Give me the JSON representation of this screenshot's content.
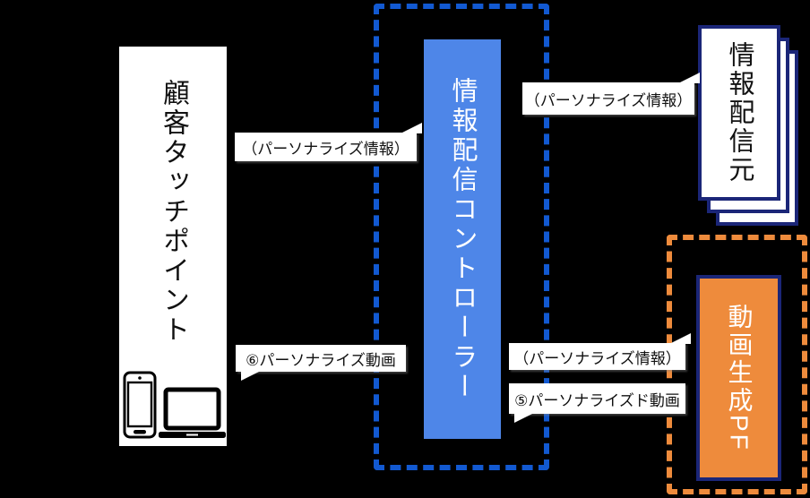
{
  "canvas": {
    "background": "#000000"
  },
  "colors": {
    "controller_fill": "#4E86E8",
    "blue_dash": "#1259D1",
    "orange_fill": "#EE8B3C",
    "orange_dash": "#EE8B3C",
    "navy_border": "#1B2678",
    "node_white": "#FFFFFF",
    "text_black": "#111111",
    "text_white": "#FFFFFF"
  },
  "nodes": {
    "touchpoint": {
      "label": "顧客タッチポイント"
    },
    "controller": {
      "label": "情報配信コントローラー"
    },
    "source": {
      "label": "情報配信元"
    },
    "video_pf": {
      "label": "動画生成PF"
    }
  },
  "callouts": {
    "left_info": {
      "text": "（パーソナライズ情報）"
    },
    "top_right_info": {
      "text": "（パーソナライズ情報）"
    },
    "mid_right_info": {
      "text": "（パーソナライズ情報）"
    },
    "step5": {
      "text": "⑤パーソナライズド動画"
    },
    "step6": {
      "text": "⑥パーソナライズ動画"
    }
  },
  "icons": {
    "smartphone": "smartphone-icon",
    "laptop": "laptop-icon"
  }
}
